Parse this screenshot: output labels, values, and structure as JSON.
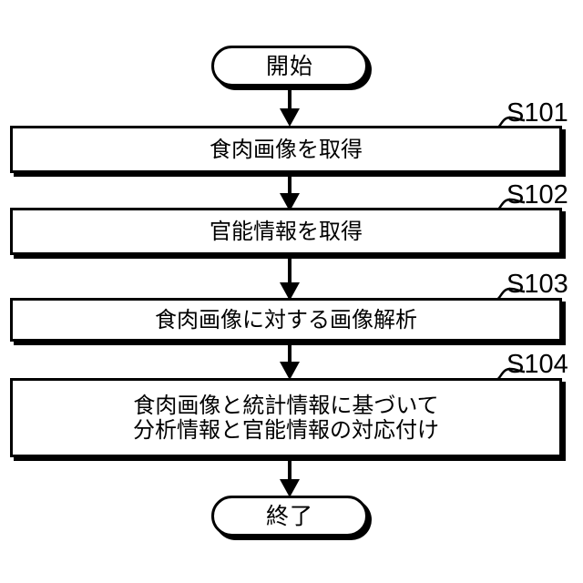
{
  "diagram": {
    "title": "",
    "orientation": "top-to-bottom",
    "colors": {
      "line": "#000000",
      "fill": "#ffffff",
      "shadow": "#000000"
    },
    "nodes": [
      {
        "id": "start",
        "shape": "terminator",
        "text": "開始"
      },
      {
        "id": "s101",
        "shape": "process",
        "step": "S101",
        "text": "食肉画像を取得"
      },
      {
        "id": "s102",
        "shape": "process",
        "step": "S102",
        "text": "官能情報を取得"
      },
      {
        "id": "s103",
        "shape": "process",
        "step": "S103",
        "text": "食肉画像に対する画像解析"
      },
      {
        "id": "s104",
        "shape": "process",
        "step": "S104",
        "text": "食肉画像と統計情報に基づいて\n分析情報と官能情報の対応付け"
      },
      {
        "id": "end",
        "shape": "terminator",
        "text": "終了"
      }
    ],
    "edges": [
      {
        "from": "start",
        "to": "s101",
        "arrow": "down"
      },
      {
        "from": "s101",
        "to": "s102",
        "arrow": "down"
      },
      {
        "from": "s102",
        "to": "s103",
        "arrow": "down"
      },
      {
        "from": "s103",
        "to": "s104",
        "arrow": "down"
      },
      {
        "from": "s104",
        "to": "end",
        "arrow": "down"
      }
    ]
  }
}
